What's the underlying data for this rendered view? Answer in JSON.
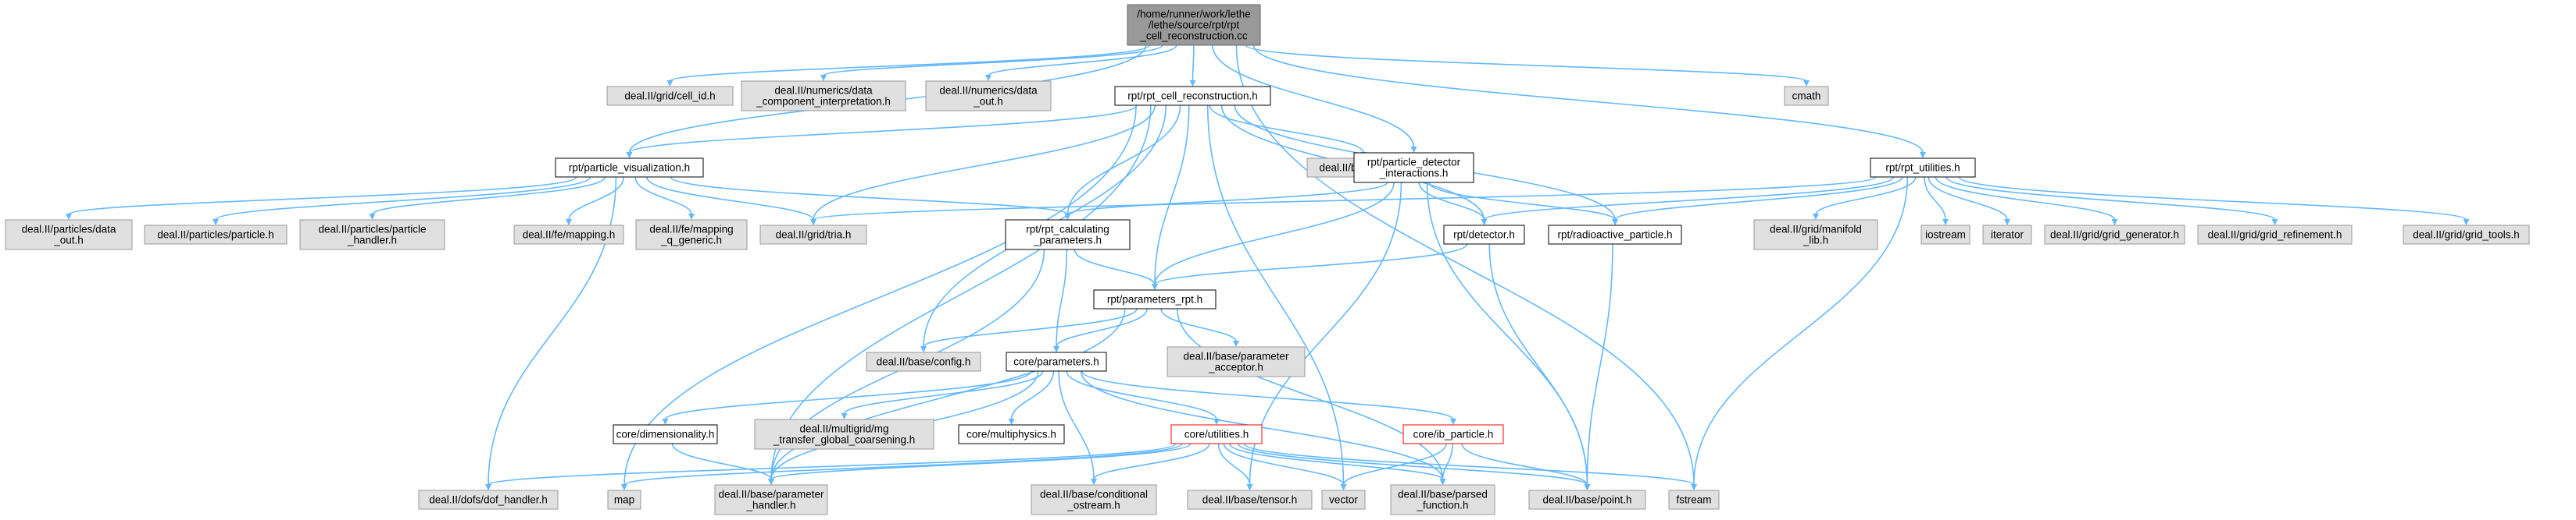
{
  "nodes": [
    {
      "id": "root",
      "type": "root",
      "lines": [
        "/home/runner/work/lethe",
        "/lethe/source/rpt/rpt",
        "_cell_reconstruction.cc"
      ]
    },
    {
      "id": "cell_id",
      "type": "ext",
      "lines": [
        "deal.II/grid/cell_id.h"
      ]
    },
    {
      "id": "data_comp",
      "type": "ext",
      "lines": [
        "deal.II/numerics/data",
        "_component_interpretation.h"
      ]
    },
    {
      "id": "data_out",
      "type": "ext",
      "lines": [
        "deal.II/numerics/data",
        "_out.h"
      ]
    },
    {
      "id": "cell_rec",
      "type": "file",
      "lines": [
        "rpt/rpt_cell_reconstruction.h"
      ]
    },
    {
      "id": "cmath",
      "type": "ext",
      "lines": [
        "cmath"
      ]
    },
    {
      "id": "particle_vis",
      "type": "file",
      "lines": [
        "rpt/particle_visualization.h"
      ]
    },
    {
      "id": "timer",
      "type": "ext",
      "lines": [
        "deal.II/base/timer.h"
      ]
    },
    {
      "id": "detector_inter",
      "type": "file",
      "lines": [
        "rpt/particle_detector",
        "_interactions.h"
      ]
    },
    {
      "id": "utilities",
      "type": "file",
      "lines": [
        "rpt/rpt_utilities.h"
      ]
    },
    {
      "id": "p_data_out",
      "type": "ext",
      "lines": [
        "deal.II/particles/data",
        "_out.h"
      ]
    },
    {
      "id": "particle",
      "type": "ext",
      "lines": [
        "deal.II/particles/particle.h"
      ]
    },
    {
      "id": "p_handler",
      "type": "ext",
      "lines": [
        "deal.II/particles/particle",
        "_handler.h"
      ]
    },
    {
      "id": "mapping",
      "type": "ext",
      "lines": [
        "deal.II/fe/mapping.h"
      ]
    },
    {
      "id": "mapping_q",
      "type": "ext",
      "lines": [
        "deal.II/fe/mapping",
        "_q_generic.h"
      ]
    },
    {
      "id": "tria",
      "type": "ext",
      "lines": [
        "deal.II/grid/tria.h"
      ]
    },
    {
      "id": "calc_params",
      "type": "file",
      "lines": [
        "rpt/rpt_calculating",
        "_parameters.h"
      ]
    },
    {
      "id": "detector",
      "type": "file",
      "lines": [
        "rpt/detector.h"
      ]
    },
    {
      "id": "radioactive",
      "type": "file",
      "lines": [
        "rpt/radioactive_particle.h"
      ]
    },
    {
      "id": "manifold",
      "type": "ext",
      "lines": [
        "deal.II/grid/manifold",
        "_lib.h"
      ]
    },
    {
      "id": "iostream",
      "type": "ext",
      "lines": [
        "iostream"
      ]
    },
    {
      "id": "iterator",
      "type": "ext",
      "lines": [
        "iterator"
      ]
    },
    {
      "id": "grid_gen",
      "type": "ext",
      "lines": [
        "deal.II/grid/grid_generator.h"
      ]
    },
    {
      "id": "grid_ref",
      "type": "ext",
      "lines": [
        "deal.II/grid/grid_refinement.h"
      ]
    },
    {
      "id": "grid_tools",
      "type": "ext",
      "lines": [
        "deal.II/grid/grid_tools.h"
      ]
    },
    {
      "id": "params_rpt",
      "type": "file",
      "lines": [
        "rpt/parameters_rpt.h"
      ]
    },
    {
      "id": "config",
      "type": "ext",
      "lines": [
        "deal.II/base/config.h"
      ]
    },
    {
      "id": "param_acceptor",
      "type": "ext",
      "lines": [
        "deal.II/base/parameter",
        "_acceptor.h"
      ]
    },
    {
      "id": "core_params",
      "type": "file",
      "lines": [
        "core/parameters.h"
      ]
    },
    {
      "id": "dimensionality",
      "type": "file",
      "lines": [
        "core/dimensionality.h"
      ]
    },
    {
      "id": "mg_transfer",
      "type": "ext",
      "lines": [
        "deal.II/multigrid/mg",
        "_transfer_global_coarsening.h"
      ]
    },
    {
      "id": "multiphysics",
      "type": "file",
      "lines": [
        "core/multiphysics.h"
      ]
    },
    {
      "id": "core_util",
      "type": "hl",
      "lines": [
        "core/utilities.h"
      ]
    },
    {
      "id": "ib_particle",
      "type": "hl",
      "lines": [
        "core/ib_particle.h"
      ]
    },
    {
      "id": "dof_handler",
      "type": "ext",
      "lines": [
        "deal.II/dofs/dof_handler.h"
      ]
    },
    {
      "id": "map",
      "type": "ext",
      "lines": [
        "map"
      ]
    },
    {
      "id": "param_handler",
      "type": "ext",
      "lines": [
        "deal.II/base/parameter",
        "_handler.h"
      ]
    },
    {
      "id": "cond_ostream",
      "type": "ext",
      "lines": [
        "deal.II/base/conditional",
        "_ostream.h"
      ]
    },
    {
      "id": "tensor",
      "type": "ext",
      "lines": [
        "deal.II/base/tensor.h"
      ]
    },
    {
      "id": "vector",
      "type": "ext",
      "lines": [
        "vector"
      ]
    },
    {
      "id": "parsed_fn",
      "type": "ext",
      "lines": [
        "deal.II/base/parsed",
        "_function.h"
      ]
    },
    {
      "id": "point",
      "type": "ext",
      "lines": [
        "deal.II/base/point.h"
      ]
    },
    {
      "id": "fstream",
      "type": "ext",
      "lines": [
        "fstream"
      ]
    }
  ],
  "edges": [
    [
      "root",
      "cell_id"
    ],
    [
      "root",
      "data_comp"
    ],
    [
      "root",
      "data_out"
    ],
    [
      "root",
      "cell_rec"
    ],
    [
      "root",
      "cmath"
    ],
    [
      "root",
      "particle_vis"
    ],
    [
      "root",
      "detector_inter"
    ],
    [
      "root",
      "utilities"
    ],
    [
      "root",
      "fstream"
    ],
    [
      "cell_rec",
      "particle_vis"
    ],
    [
      "cell_rec",
      "timer"
    ],
    [
      "cell_rec",
      "tria"
    ],
    [
      "cell_rec",
      "calc_params"
    ],
    [
      "cell_rec",
      "detector"
    ],
    [
      "cell_rec",
      "radioactive"
    ],
    [
      "cell_rec",
      "params_rpt"
    ],
    [
      "cell_rec",
      "config"
    ],
    [
      "cell_rec",
      "vector"
    ],
    [
      "cell_rec",
      "map"
    ],
    [
      "cell_rec",
      "param_handler"
    ],
    [
      "particle_vis",
      "p_data_out"
    ],
    [
      "particle_vis",
      "particle"
    ],
    [
      "particle_vis",
      "p_handler"
    ],
    [
      "particle_vis",
      "mapping"
    ],
    [
      "particle_vis",
      "mapping_q"
    ],
    [
      "particle_vis",
      "tria"
    ],
    [
      "particle_vis",
      "calc_params"
    ],
    [
      "particle_vis",
      "dof_handler"
    ],
    [
      "detector_inter",
      "calc_params"
    ],
    [
      "detector_inter",
      "detector"
    ],
    [
      "detector_inter",
      "radioactive"
    ],
    [
      "detector_inter",
      "params_rpt"
    ],
    [
      "detector_inter",
      "tensor"
    ],
    [
      "detector_inter",
      "point"
    ],
    [
      "utilities",
      "tria"
    ],
    [
      "utilities",
      "detector"
    ],
    [
      "utilities",
      "radioactive"
    ],
    [
      "utilities",
      "manifold"
    ],
    [
      "utilities",
      "iostream"
    ],
    [
      "utilities",
      "iterator"
    ],
    [
      "utilities",
      "grid_gen"
    ],
    [
      "utilities",
      "grid_ref"
    ],
    [
      "utilities",
      "grid_tools"
    ],
    [
      "utilities",
      "fstream"
    ],
    [
      "calc_params",
      "params_rpt"
    ],
    [
      "calc_params",
      "core_params"
    ],
    [
      "calc_params",
      "param_handler"
    ],
    [
      "detector",
      "params_rpt"
    ],
    [
      "detector",
      "point"
    ],
    [
      "radioactive",
      "point"
    ],
    [
      "params_rpt",
      "config"
    ],
    [
      "params_rpt",
      "param_acceptor"
    ],
    [
      "params_rpt",
      "core_params"
    ],
    [
      "params_rpt",
      "param_handler"
    ],
    [
      "params_rpt",
      "parsed_fn"
    ],
    [
      "core_params",
      "dimensionality"
    ],
    [
      "core_params",
      "mg_transfer"
    ],
    [
      "core_params",
      "multiphysics"
    ],
    [
      "core_params",
      "core_util"
    ],
    [
      "core_params",
      "ib_particle"
    ],
    [
      "core_params",
      "param_handler"
    ],
    [
      "core_params",
      "cond_ostream"
    ],
    [
      "core_params",
      "parsed_fn"
    ],
    [
      "dimensionality",
      "param_handler"
    ],
    [
      "core_util",
      "dof_handler"
    ],
    [
      "core_util",
      "map"
    ],
    [
      "core_util",
      "param_handler"
    ],
    [
      "core_util",
      "cond_ostream"
    ],
    [
      "core_util",
      "tensor"
    ],
    [
      "core_util",
      "vector"
    ],
    [
      "core_util",
      "parsed_fn"
    ],
    [
      "core_util",
      "point"
    ],
    [
      "core_util",
      "fstream"
    ],
    [
      "ib_particle",
      "vector"
    ],
    [
      "ib_particle",
      "parsed_fn"
    ],
    [
      "ib_particle",
      "point"
    ]
  ]
}
